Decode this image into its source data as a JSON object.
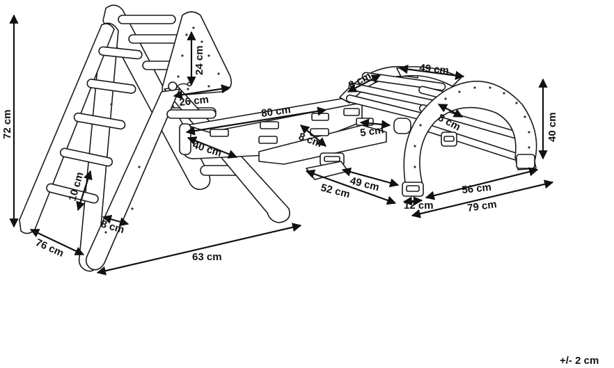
{
  "dimensions": {
    "ladder_height": "72 cm",
    "triangle_height": "24 cm",
    "triangle_top_width": "26 cm",
    "ramp_length": "80 cm",
    "ramp_width": "40 cm",
    "rung_spacing": "10 cm",
    "rung_offset": "8 cm",
    "ladder_depth": "76 cm",
    "ladder_length": "63 cm",
    "arch_rung_offset": "8 cm",
    "arch_inner_width": "49 cm",
    "arch_height": "40 cm",
    "ramp_step_offset": "8 cm",
    "ramp_step_height": "5 cm",
    "arch_foot_width": "49 cm",
    "arch_depth": "52 cm",
    "arch_end_offset": "12 cm",
    "arch_base_width": "56 cm",
    "arch_total_length": "79 cm",
    "arch_side_offset": "8 cm"
  },
  "tolerance": "+/- 2 cm",
  "colors": {
    "line": "#1a1a1a",
    "background": "#ffffff"
  }
}
